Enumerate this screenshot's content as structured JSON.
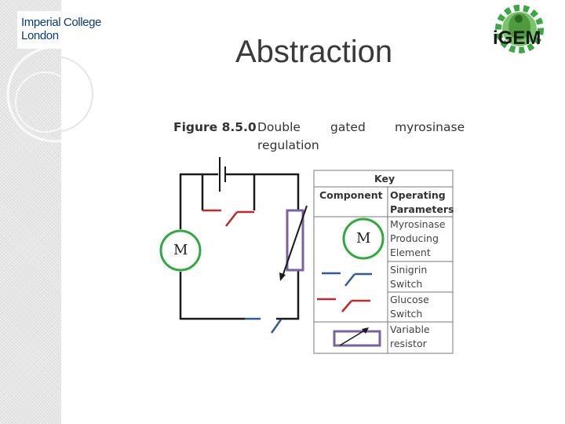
{
  "branding": {
    "institution_line1": "Imperial College",
    "institution_line2": "London",
    "competition_logo": "iGEM"
  },
  "slide": {
    "title": "Abstraction"
  },
  "figure": {
    "label": "Figure 8.5.0",
    "caption_words": [
      "Double",
      "gated",
      "myrosinase"
    ],
    "caption_line2": "regulation",
    "motor_label": "M"
  },
  "key": {
    "title": "Key",
    "header_component": "Component",
    "header_params_line1": "Operating",
    "header_params_line2": "Parameters",
    "rows": [
      {
        "component_symbol": "motor-M",
        "symbol_label": "M",
        "lines": [
          "Myrosinase",
          "Producing",
          "Element"
        ]
      },
      {
        "component_symbol": "blue-switch",
        "lines": [
          "Sinigrin",
          "Switch"
        ]
      },
      {
        "component_symbol": "red-switch",
        "lines": [
          "Glucose",
          "Switch"
        ]
      },
      {
        "component_symbol": "variable-resistor",
        "lines": [
          "Variable",
          "resistor"
        ]
      }
    ]
  },
  "colors": {
    "motor": "#2eaa3e",
    "sinigrin_switch": "#2f5b9a",
    "glucose_switch": "#c0282a",
    "resistor": "#7a62a0",
    "wire": "#1a1a1a",
    "institution_blue": "#0b3a7a",
    "igem_green": "#3aa845"
  }
}
